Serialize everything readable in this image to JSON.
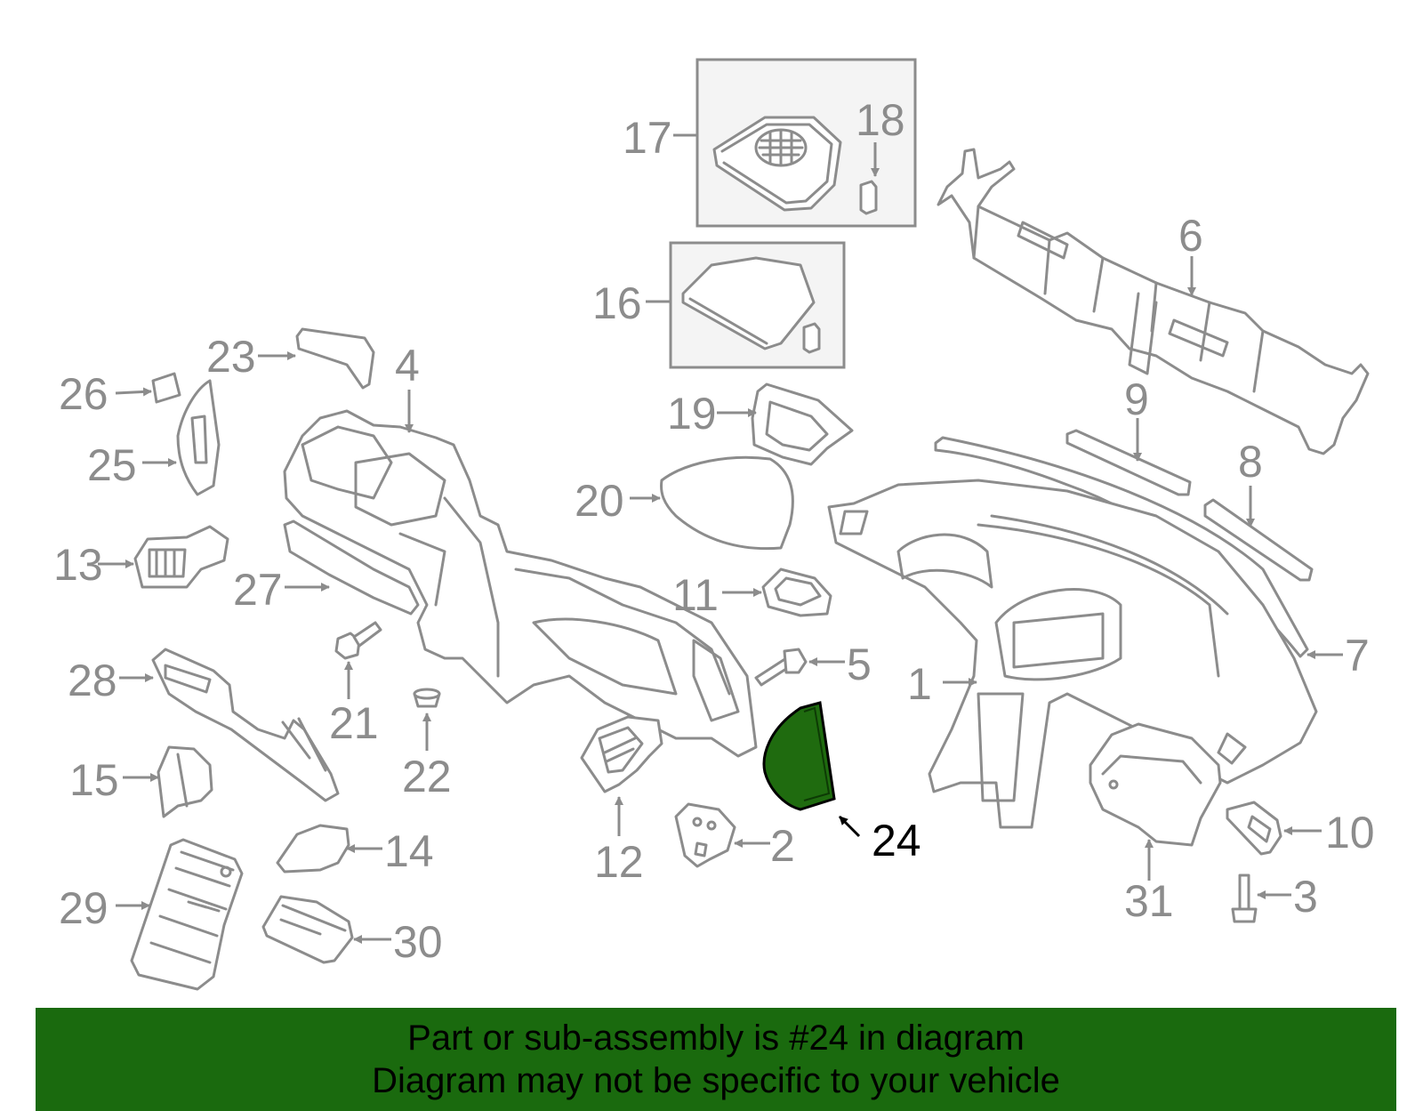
{
  "colors": {
    "line_gray": "#8c8c8c",
    "highlight_green": "#1f6b0f",
    "banner_green": "#1a6a0e",
    "box_fill": "#f4f4f4"
  },
  "callouts": [
    {
      "id": "c1",
      "label": "1"
    },
    {
      "id": "c2",
      "label": "2"
    },
    {
      "id": "c3",
      "label": "3"
    },
    {
      "id": "c4",
      "label": "4"
    },
    {
      "id": "c5",
      "label": "5"
    },
    {
      "id": "c6",
      "label": "6"
    },
    {
      "id": "c7",
      "label": "7"
    },
    {
      "id": "c8",
      "label": "8"
    },
    {
      "id": "c9",
      "label": "9"
    },
    {
      "id": "c10",
      "label": "10"
    },
    {
      "id": "c11",
      "label": "11"
    },
    {
      "id": "c12",
      "label": "12"
    },
    {
      "id": "c13",
      "label": "13"
    },
    {
      "id": "c14",
      "label": "14"
    },
    {
      "id": "c15",
      "label": "15"
    },
    {
      "id": "c16",
      "label": "16"
    },
    {
      "id": "c17",
      "label": "17"
    },
    {
      "id": "c18",
      "label": "18"
    },
    {
      "id": "c19",
      "label": "19"
    },
    {
      "id": "c20",
      "label": "20"
    },
    {
      "id": "c21",
      "label": "21"
    },
    {
      "id": "c22",
      "label": "22"
    },
    {
      "id": "c23",
      "label": "23"
    },
    {
      "id": "c24",
      "label": "24"
    },
    {
      "id": "c25",
      "label": "25"
    },
    {
      "id": "c26",
      "label": "26"
    },
    {
      "id": "c27",
      "label": "27"
    },
    {
      "id": "c28",
      "label": "28"
    },
    {
      "id": "c29",
      "label": "29"
    },
    {
      "id": "c30",
      "label": "30"
    },
    {
      "id": "c31",
      "label": "31"
    }
  ],
  "highlighted_part": "24",
  "banner": {
    "line1": "Part or sub-assembly is #24 in diagram",
    "line2": "Diagram may not be specific to your vehicle"
  }
}
